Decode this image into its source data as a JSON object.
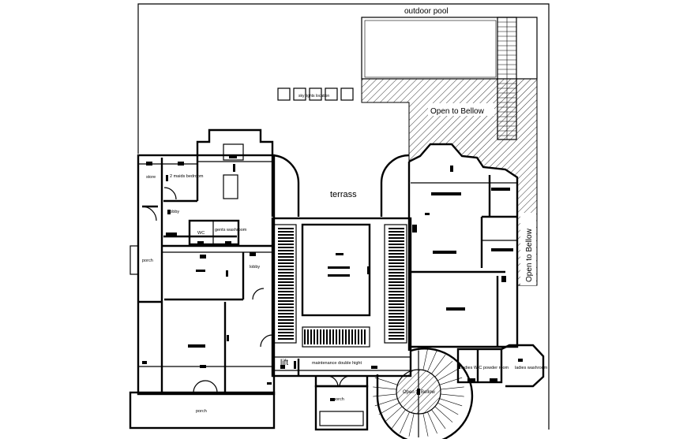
{
  "labels": {
    "outdoor_pool": "outdoor pool",
    "skylights": "sky lights location",
    "open_to_below_top": "Open to Bellow",
    "open_to_below_side": "Open to Bellow",
    "open_to_below_stair": "Open to Bellow",
    "terrass": "terrass",
    "store": "store",
    "maids_bedroom": "2 maids bedroom",
    "lobby_left": "lobby",
    "wc": "WC",
    "gents_washroom": "gents washroom",
    "porch_left": "porch",
    "lobby_center": "lobby",
    "lift": "lift",
    "maintenance": "maintenance double hight",
    "porch_bottom_center": "porch",
    "porch_bottom_left": "porch",
    "ladies_wc": "ladies W.C",
    "powder_room": "powder room",
    "ladies_washroom": "ladies washroom"
  },
  "colors": {
    "lines": "#000000",
    "background": "#ffffff"
  }
}
